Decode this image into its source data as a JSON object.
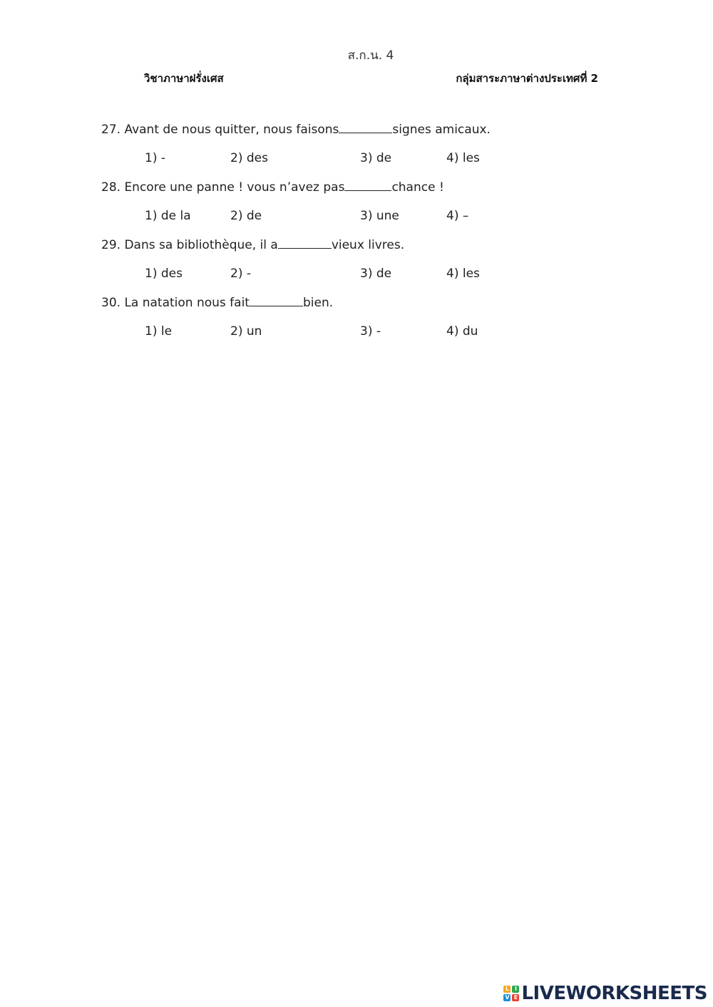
{
  "header": {
    "code": "ส.ก.น. 4",
    "subject": "วิชาภาษาฝรั่งเศส",
    "group": "กลุ่มสาระภาษาต่างประเทศที่ 2"
  },
  "questions": [
    {
      "before": "27. Avant de nous quitter, nous faisons",
      "after": "signes amicaux.",
      "options": [
        "1) -",
        "2) des",
        "3) de",
        "4) les"
      ]
    },
    {
      "before": "28. Encore une panne ! vous n’avez pas",
      "after": "chance !",
      "options": [
        "1) de la",
        "2) de",
        "3) une",
        "4) –"
      ]
    },
    {
      "before": "29. Dans sa bibliothèque, il a",
      "after": "vieux livres.",
      "options": [
        "1) des",
        "2) -",
        "3) de",
        "4) les"
      ]
    },
    {
      "before": "30. La natation nous fait",
      "after": "bien.",
      "options": [
        "1) le",
        "2) un",
        "3) -",
        "4) du"
      ]
    }
  ],
  "brand": {
    "logo_letters": [
      "L",
      "I",
      "V",
      "E"
    ],
    "logo_colors": [
      "#f4a81d",
      "#2fa84f",
      "#1f8fd6",
      "#e8412c"
    ],
    "name": "LIVEWORKSHEETS"
  }
}
